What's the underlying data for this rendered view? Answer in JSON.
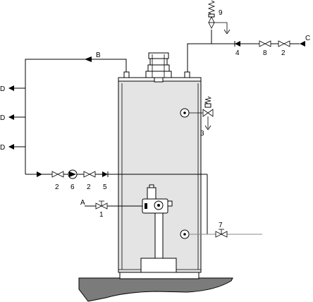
{
  "labels": {
    "A": "A",
    "B": "B",
    "C": "C",
    "D": "D",
    "n1": "1",
    "n2": "2",
    "n3": "3",
    "n4": "4",
    "n5": "5",
    "n6": "6",
    "n7": "7",
    "n8": "8",
    "n9": "9"
  }
}
